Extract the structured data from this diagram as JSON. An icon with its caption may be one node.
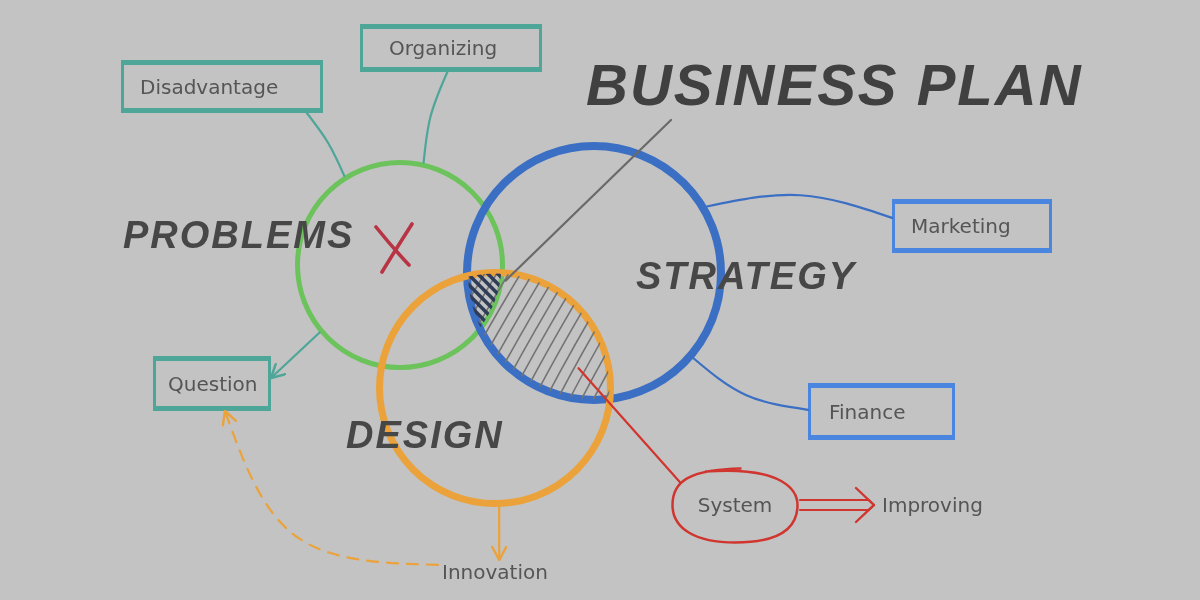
{
  "diagram": {
    "nodes": [
      {
        "text": [
          "Organizing"
        ]
      },
      {
        "text": [
          "Disadvantage"
        ]
      },
      {
        "text": [
          "BUSINESS PLAN"
        ]
      },
      {
        "text": [
          "Marketing"
        ]
      },
      {
        "text": [
          "PROBLEMS"
        ]
      },
      {
        "text": [
          "STRATEGY"
        ]
      },
      {
        "text": [],
        "shape": "lens"
      },
      {
        "text": [
          "Question"
        ]
      },
      {
        "text": [
          "Finance"
        ]
      },
      {
        "text": [
          "DESIGN"
        ]
      },
      {
        "text": [
          "System"
        ]
      },
      {
        "text": [
          "Improving"
        ]
      },
      {
        "text": [
          "Innovation"
        ]
      }
    ],
    "edges": [
      {
        "from": 1,
        "to": 4,
        "arrow": "none"
      },
      {
        "from": 0,
        "to": 4,
        "arrow": "none"
      },
      {
        "from": 2,
        "to": 6,
        "arrow": "none",
        "color": "#6a6a6a"
      },
      {
        "from": 3,
        "to": 5,
        "arrow": "none",
        "color": "#3b6fc4"
      },
      {
        "from": 8,
        "to": 5,
        "arrow": "none",
        "color": "#3b6fc4"
      },
      {
        "from": 4,
        "to": 7,
        "arrow": "to"
      },
      {
        "from": 9,
        "to": 12,
        "arrow": "to",
        "color": "#eba23a"
      },
      {
        "from": 12,
        "to": 7,
        "arrow": "to",
        "style": "dashed",
        "color": "#eba23a"
      },
      {
        "from": 10,
        "to": 6,
        "arrow": "none",
        "color": "#d0352f"
      },
      {
        "from": 10,
        "to": 11,
        "arrow": "to",
        "color": "#d0352f"
      }
    ]
  }
}
